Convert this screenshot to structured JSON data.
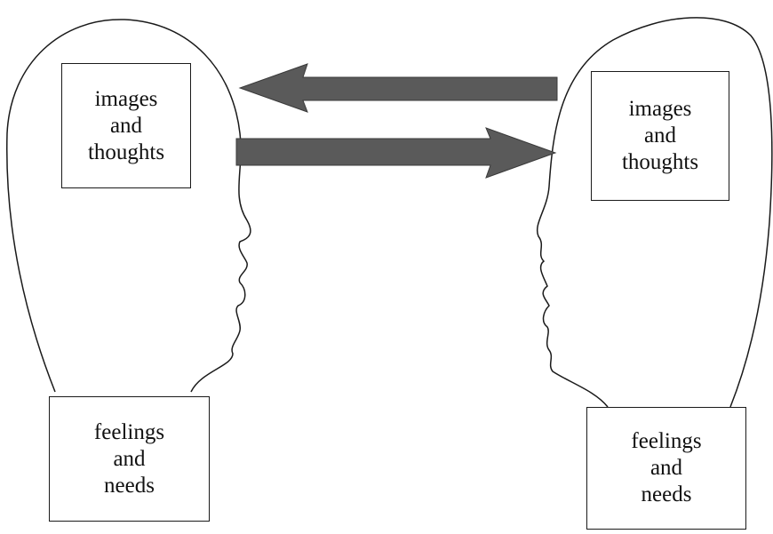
{
  "colors": {
    "outline": "#1a1a1a",
    "arrow_fill": "#5a5a5a",
    "background": "#ffffff"
  },
  "left_person": {
    "thoughts_box": {
      "line1": "images",
      "line2": "and",
      "line3": "thoughts"
    },
    "feelings_box": {
      "line1": "feelings",
      "line2": "and",
      "line3": "needs"
    }
  },
  "right_person": {
    "thoughts_box": {
      "line1": "images",
      "line2": "and",
      "line3": "thoughts"
    },
    "feelings_box": {
      "line1": "feelings",
      "line2": "and",
      "line3": "needs"
    }
  }
}
